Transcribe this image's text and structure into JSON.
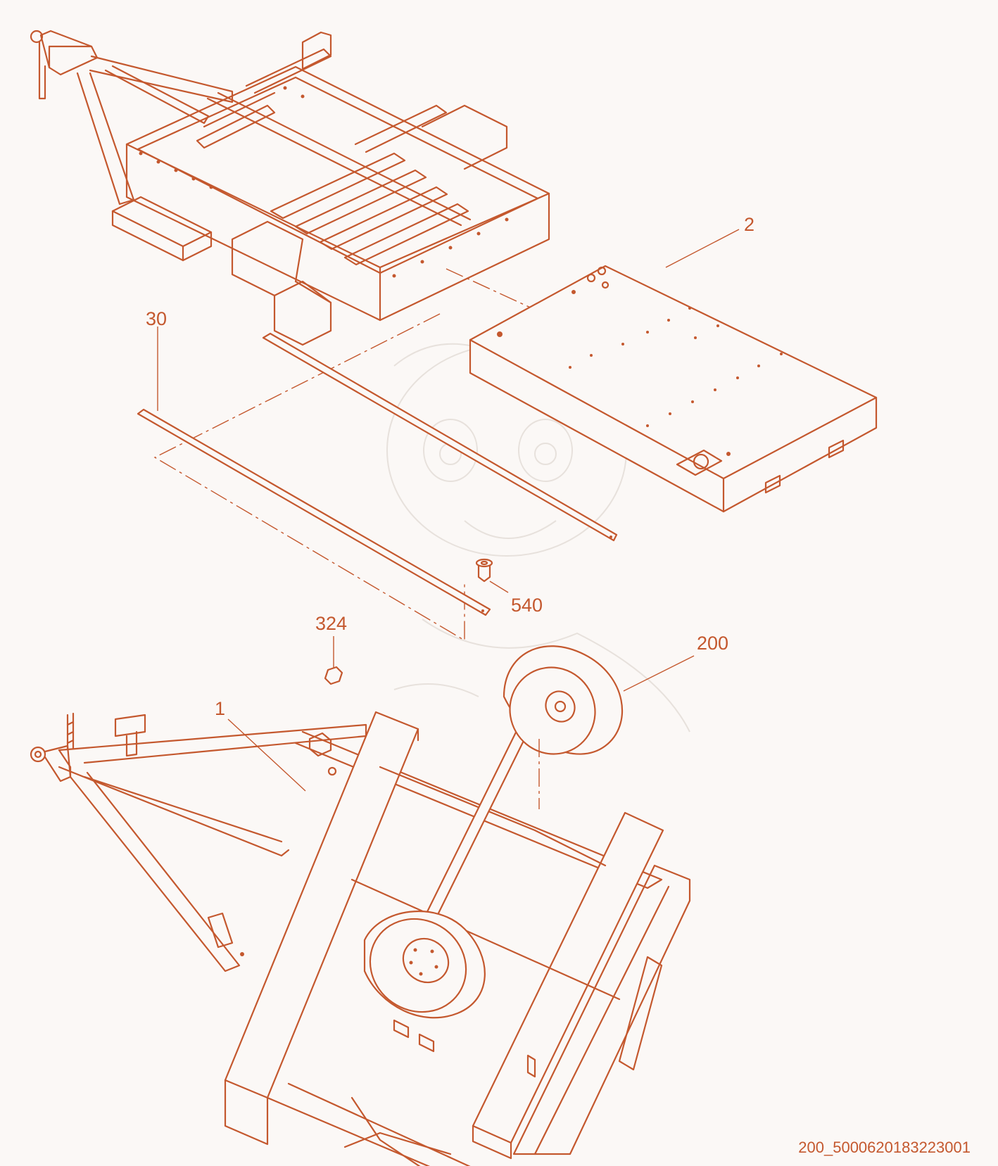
{
  "diagram": {
    "callouts": [
      {
        "id": "part-2",
        "label": "2"
      },
      {
        "id": "part-30",
        "label": "30"
      },
      {
        "id": "part-540",
        "label": "540"
      },
      {
        "id": "part-324",
        "label": "324"
      },
      {
        "id": "part-200",
        "label": "200"
      },
      {
        "id": "part-1",
        "label": "1"
      }
    ],
    "drawing_code": "200_5000620183223001",
    "colors": {
      "line": "#c4582e",
      "background": "#fbf8f6",
      "watermark": "#e7e1dc"
    }
  }
}
